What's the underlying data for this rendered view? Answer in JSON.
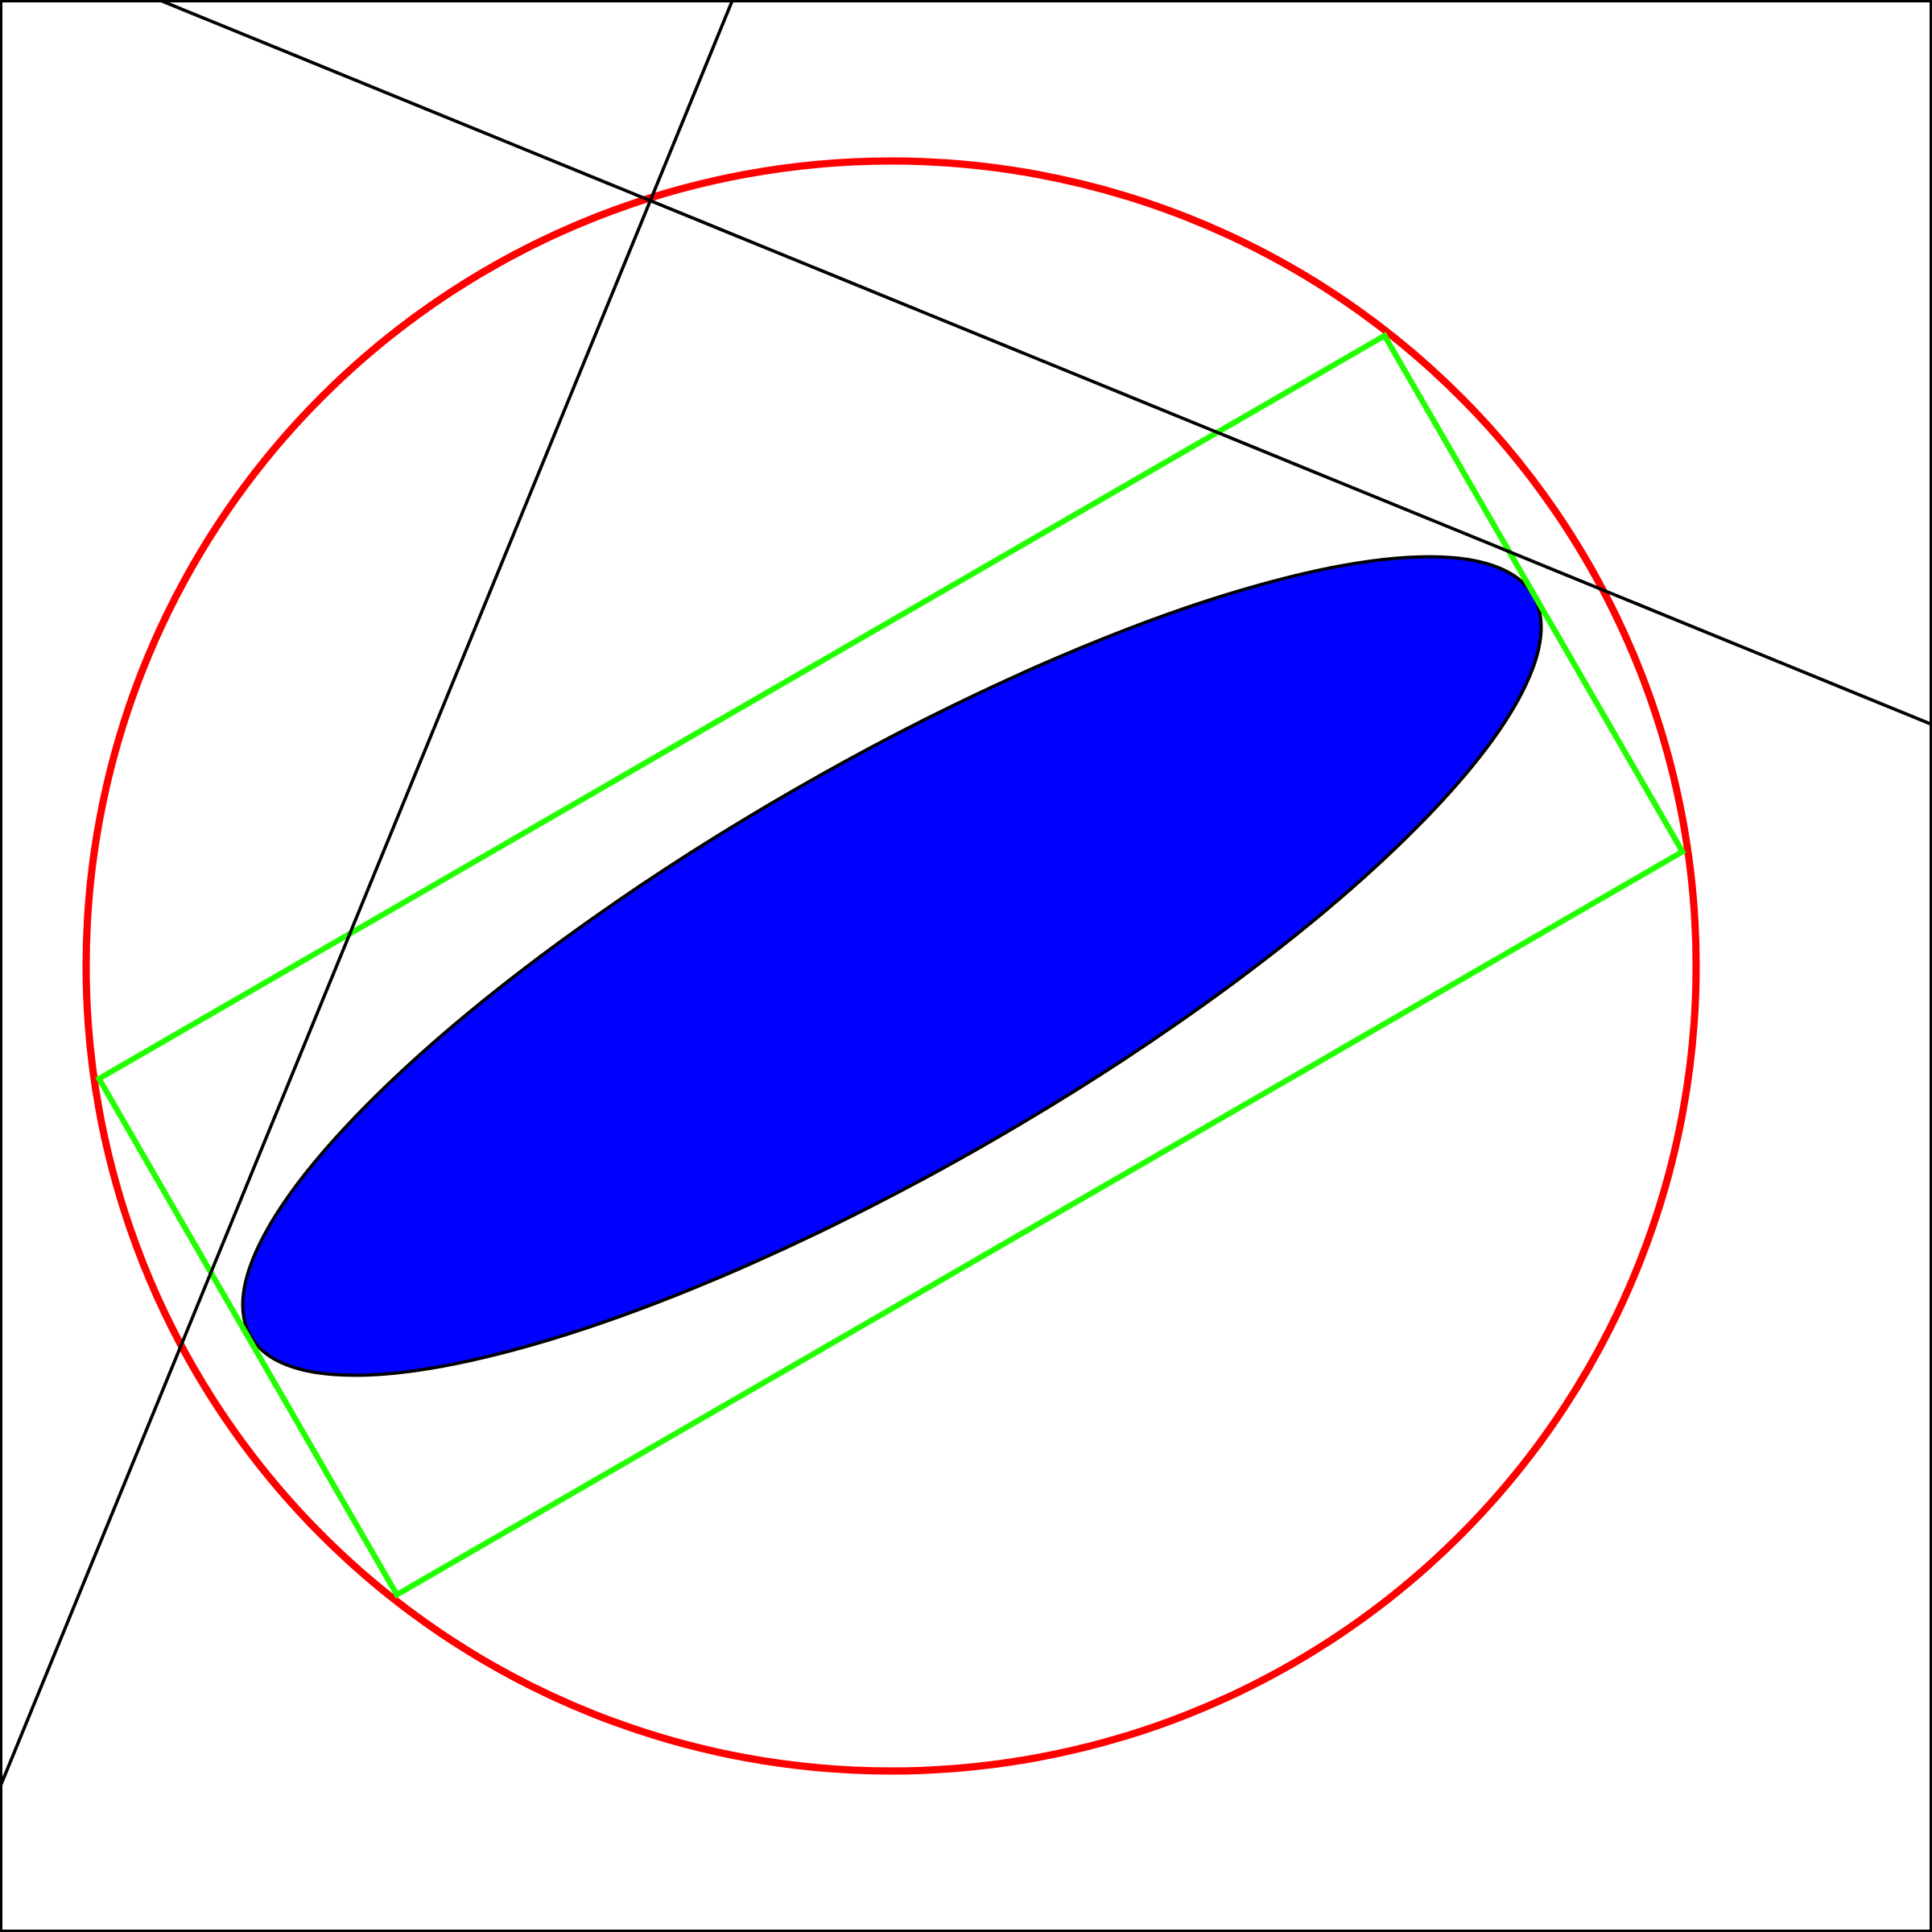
{
  "figure": {
    "background_color": "#ffffff",
    "frame_color": "#000000",
    "shapes": [
      {
        "kind": "circle",
        "name": "circumscribed-circle",
        "color": "#ff0000"
      },
      {
        "kind": "rectangle",
        "name": "inscribed-rotated-rectangle",
        "color": "#22ff00"
      },
      {
        "kind": "ellipse",
        "name": "filled-ellipse",
        "fill": "#0000ff",
        "stroke": "#000000"
      },
      {
        "kind": "line",
        "name": "black-line-shallow",
        "color": "#000000"
      },
      {
        "kind": "line",
        "name": "black-line-steep",
        "color": "#000000"
      }
    ]
  }
}
